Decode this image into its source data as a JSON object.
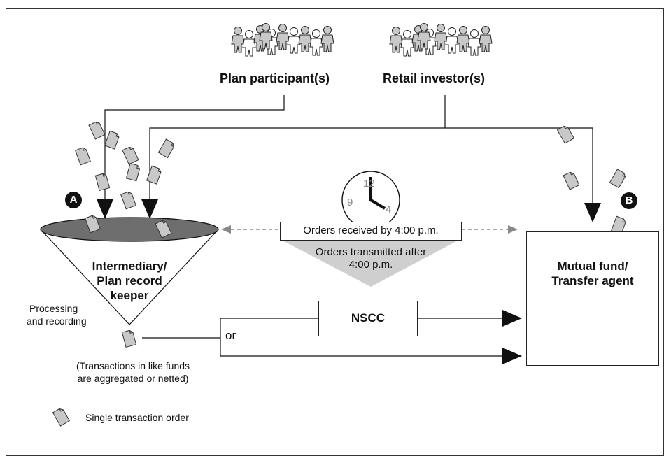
{
  "groups": {
    "plan": "Plan participant(s)",
    "retail": "Retail investor(s)"
  },
  "markers": {
    "a": "A",
    "b": "B"
  },
  "funnel": {
    "label_line1": "Intermediary/",
    "label_line2": "Plan record",
    "label_line3": "keeper"
  },
  "processing": {
    "line1": "Processing",
    "line2": "and recording"
  },
  "clock": {
    "n12": "12",
    "n9": "9",
    "n4": "4"
  },
  "orders_received": "Orders received by 4:00 p.m.",
  "orders_transmitted": {
    "line1": "Orders transmitted after",
    "line2": "4:00 p.m."
  },
  "nscc": "NSCC",
  "or": "or",
  "aggregated": {
    "line1": "(Transactions in like funds",
    "line2": "are aggregated or netted)"
  },
  "mutual_fund": {
    "line1": "Mutual fund/",
    "line2": "Transfer agent"
  },
  "legend": {
    "label": "Single transaction order"
  },
  "colors": {
    "funnel_top": "#6e6e6e",
    "gray_fill": "#cfcfcf",
    "dark": "#111111"
  }
}
